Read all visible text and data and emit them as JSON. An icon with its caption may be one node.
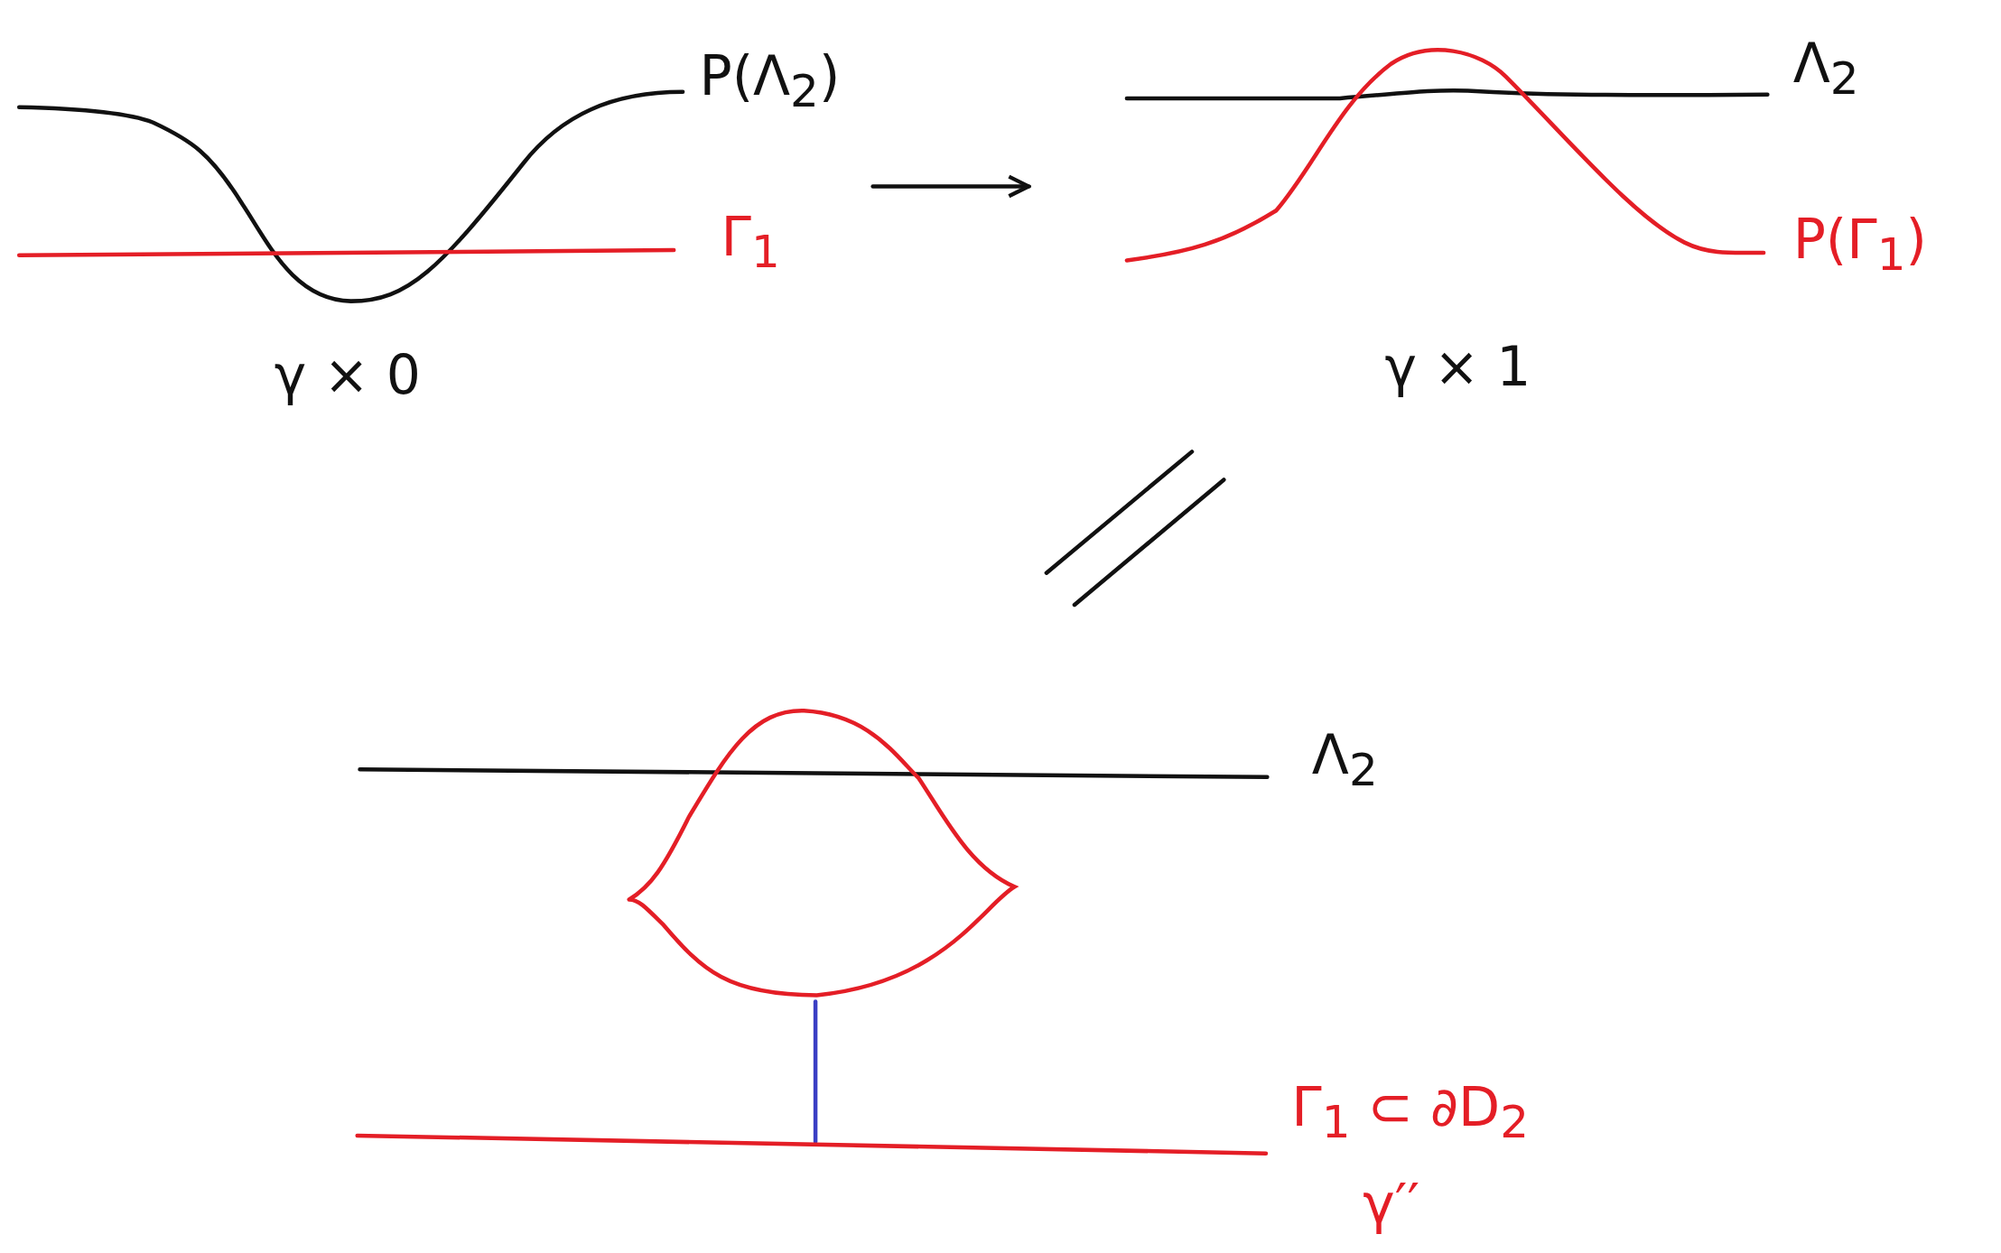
{
  "diagram": {
    "labels": [
      "P(Λ$_{2}$)",
      "Γ$_{1}$",
      "γ × 0",
      "Λ$_{2}$",
      "P(Γ$_{1}$)",
      "γ × 1",
      "Λ$_{2}$",
      "Γ$_{1}$ ⊂ ∂D$_{2}$",
      "γ′′"
    ]
  }
}
